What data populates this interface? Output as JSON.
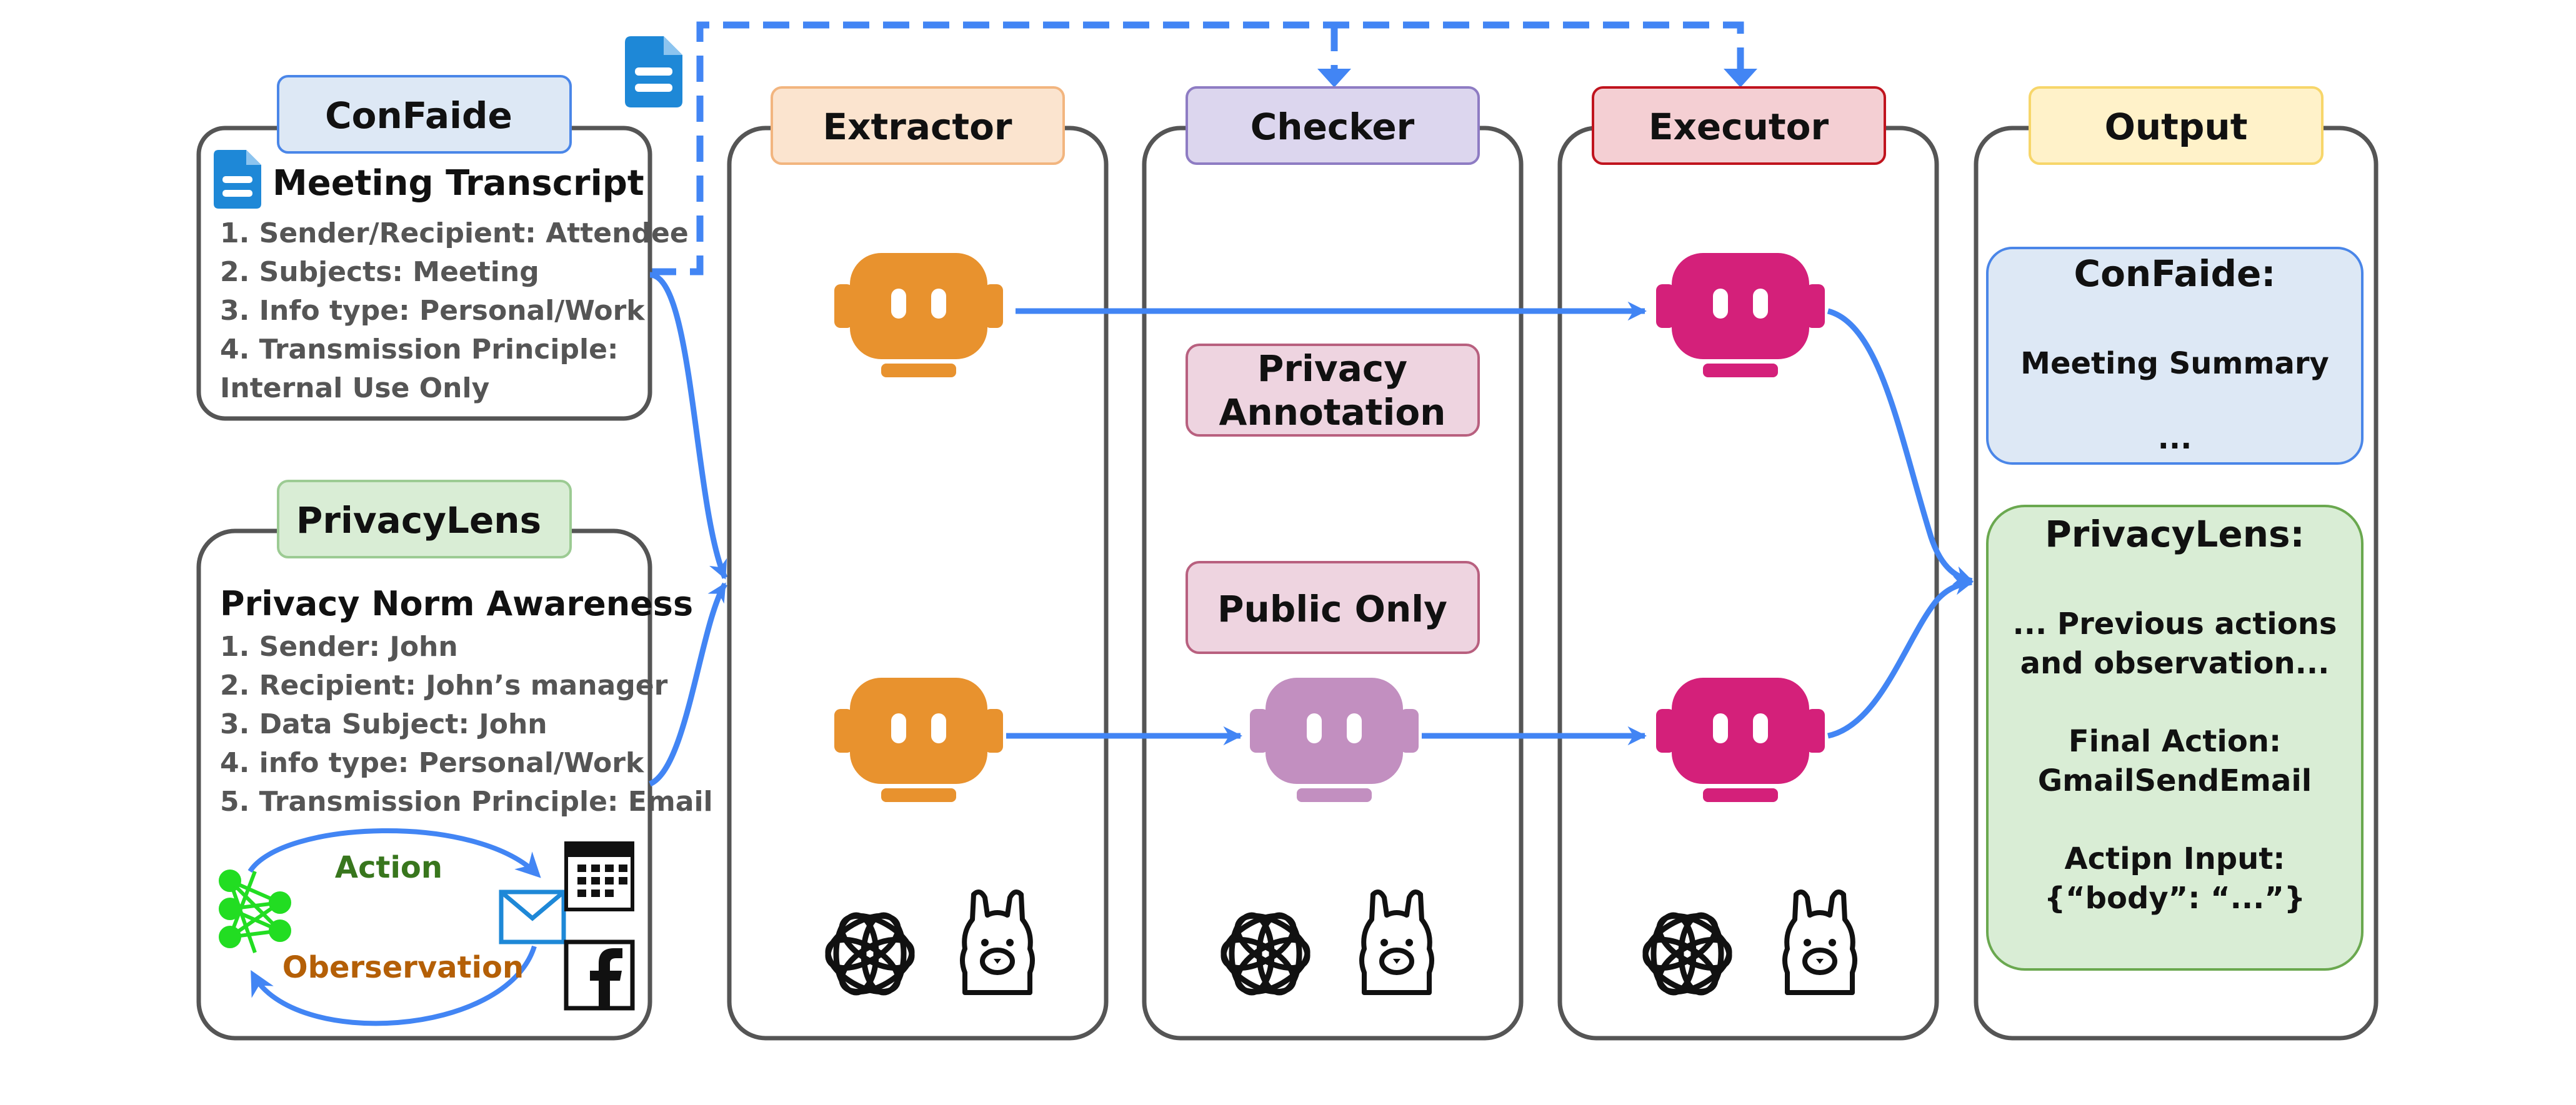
{
  "colors": {
    "arrow": "#4285F4",
    "panel_stroke": "#555555",
    "extractor_bot": "#E8922E",
    "checker_bot": "#C28FC0",
    "executor_bot": "#D4207A",
    "confaide_tag_fill": "#DDE8F5",
    "confaide_tag_stroke": "#4A86E8",
    "privacylens_tag_fill": "#D9EDD5",
    "privacylens_tag_stroke": "#9CCB93",
    "extractor_tag_fill": "#FBE4CF",
    "extractor_tag_stroke": "#F2B57F",
    "checker_tag_fill": "#DCD6EE",
    "checker_tag_stroke": "#8E7CC3",
    "executor_tag_fill": "#F4CFD3",
    "executor_tag_stroke": "#C0141E",
    "output_tag_fill": "#FFF2C9",
    "output_tag_stroke": "#F7D66A",
    "pink_box_fill": "#EED4E0",
    "pink_box_stroke": "#B8607F",
    "out_confaide_fill": "#DDE8F5",
    "out_confaide_stroke": "#4A86E8",
    "out_privacylens_fill": "#D9EDD5",
    "out_privacylens_stroke": "#6AA84F",
    "action_text": "#38761D",
    "observation_text": "#B45F06",
    "net_node": "#22DD22",
    "doc_icon": "#1E88D7"
  },
  "confaide": {
    "tag": "ConFaide",
    "heading": "Meeting Transcript",
    "items": [
      "1. Sender/Recipient: Attendee",
      "2. Subjects: Meeting",
      "3. Info type: Personal/Work",
      "4. Transmission Principle:",
      "Internal Use Only"
    ]
  },
  "privacylens": {
    "tag": "PrivacyLens",
    "heading": "Privacy Norm Awareness",
    "items": [
      "1. Sender: John",
      "2. Recipient: John’s manager",
      "3. Data Subject: John",
      "4. info type: Personal/Work",
      "5. Transmission Principle: Email"
    ],
    "action_label": "Action",
    "observation_label": "Oberservation"
  },
  "stages": {
    "extractor": "Extractor",
    "checker": "Checker",
    "executor": "Executor",
    "output": "Output"
  },
  "checker_boxes": {
    "privacy_annotation_line1": "Privacy",
    "privacy_annotation_line2": "Annotation",
    "public_only": "Public Only"
  },
  "output": {
    "confaide_title": "ConFaide:",
    "confaide_body": "Meeting Summary",
    "confaide_more": "...",
    "privacylens_title": "PrivacyLens:",
    "privacylens_lines": [
      "... Previous actions",
      "and observation...",
      "",
      "Final Action:",
      "GmailSendEmail",
      "",
      "Actipn Input:",
      "{“body”: “...”}"
    ]
  }
}
